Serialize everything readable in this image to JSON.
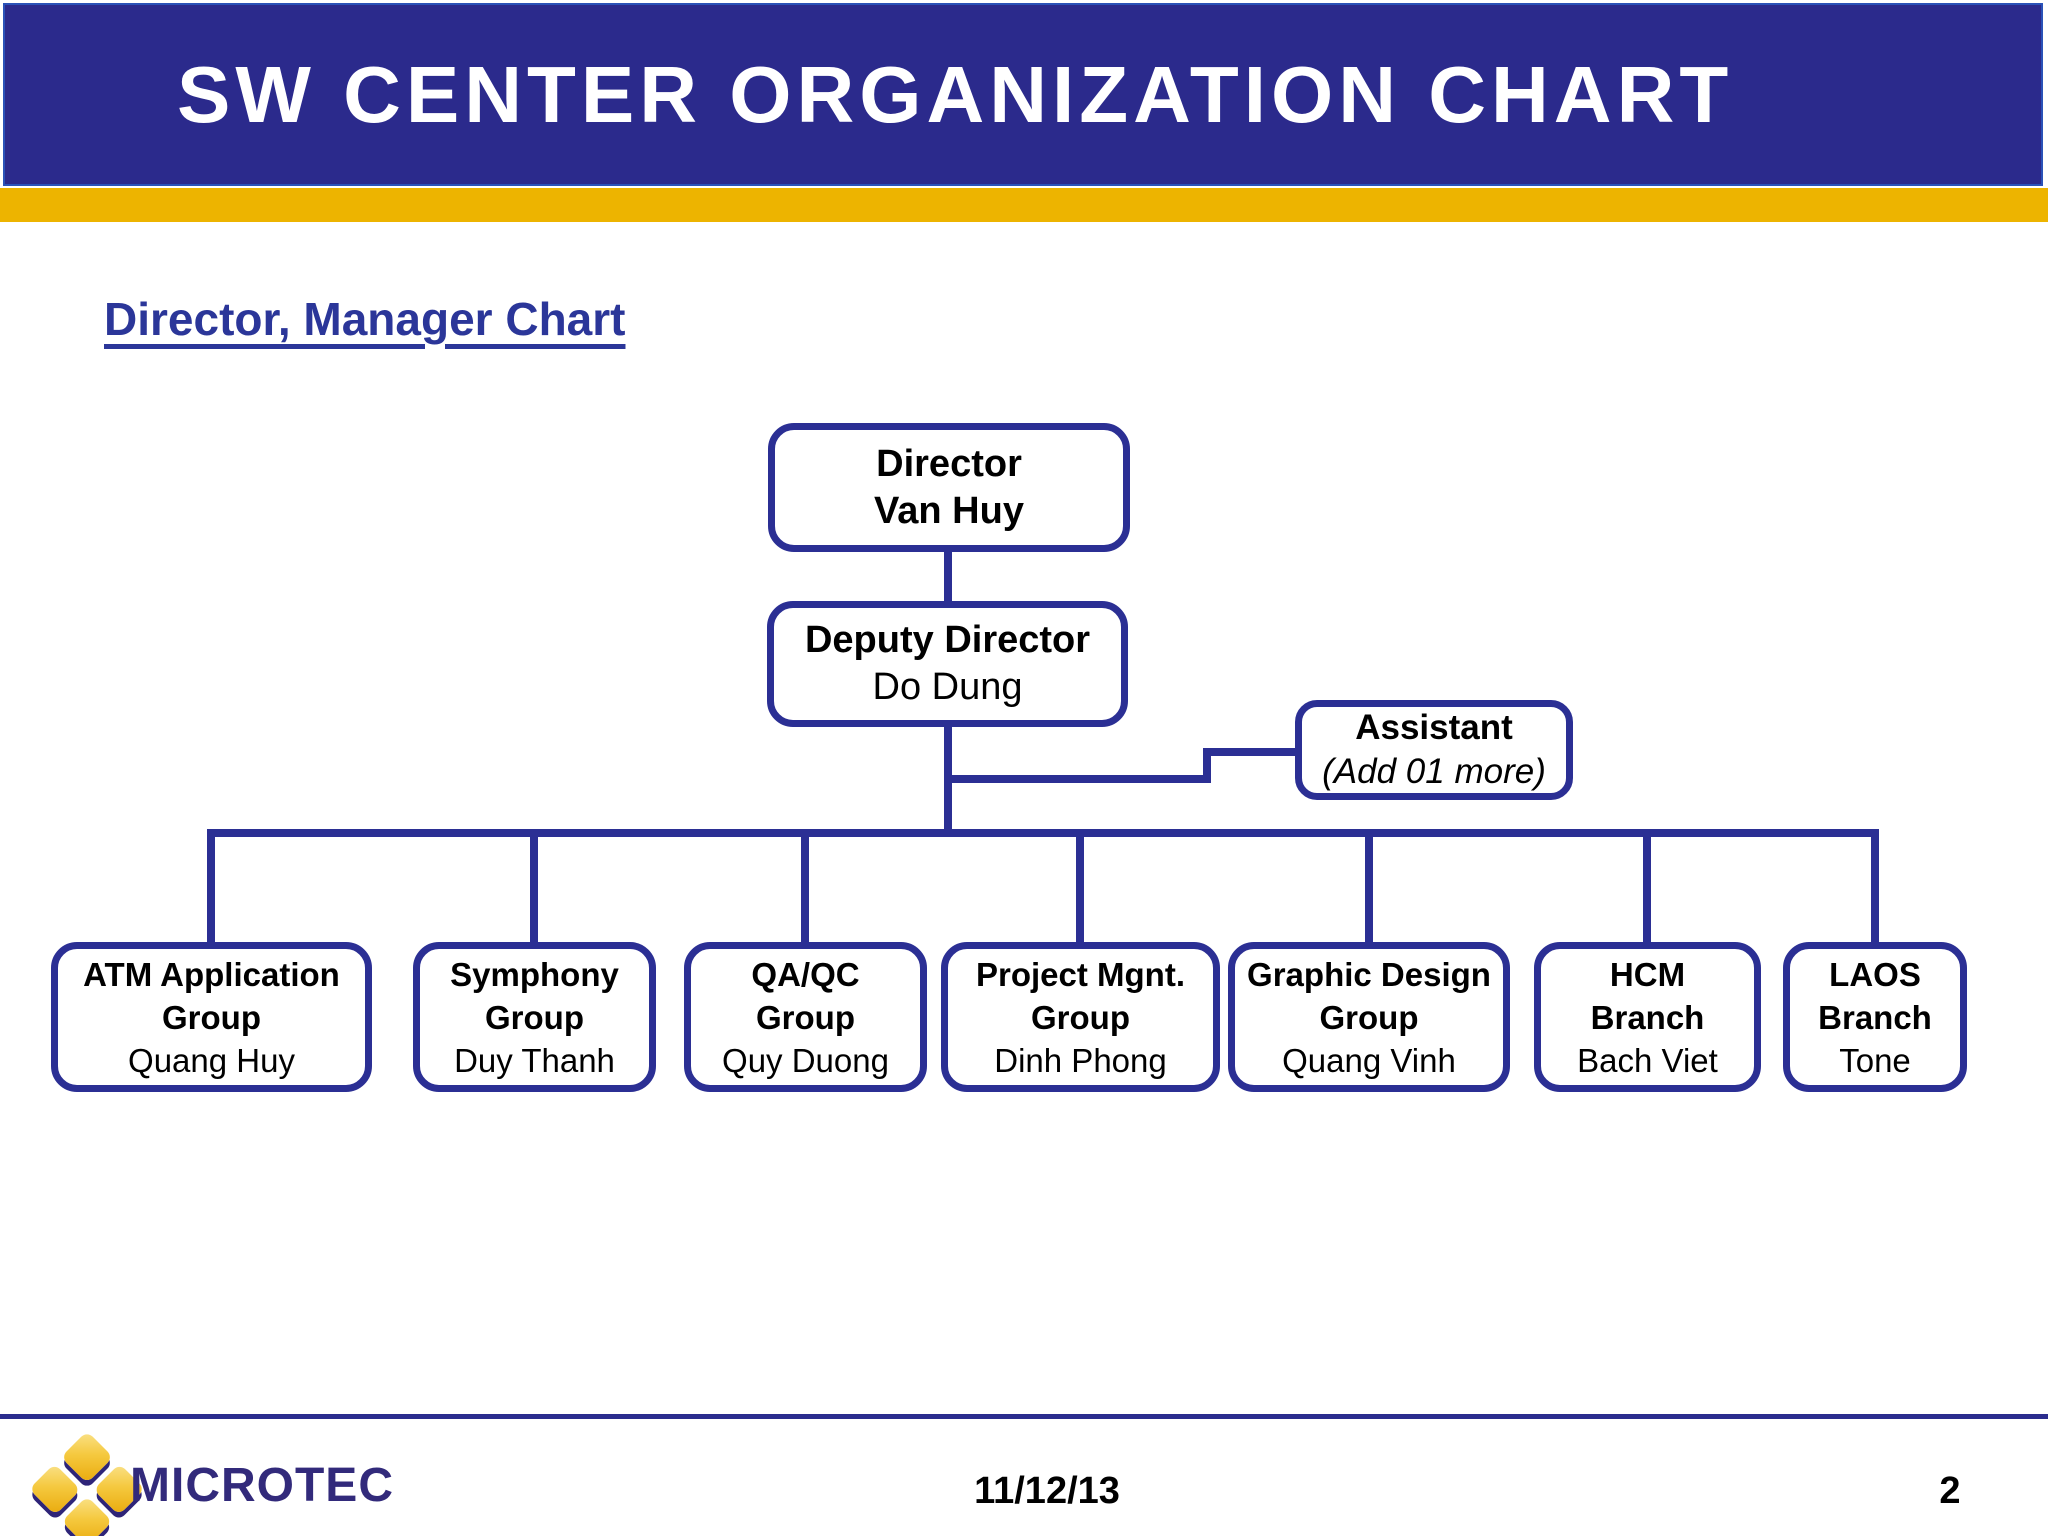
{
  "slide": {
    "title": "SW CENTER ORGANIZATION CHART",
    "subtitle": "Director, Manager Chart"
  },
  "org": {
    "director": {
      "title": "Director",
      "name": "Van Huy"
    },
    "deputy": {
      "title": "Deputy Director",
      "name": "Do Dung"
    },
    "assistant": {
      "title": "Assistant",
      "note": "(Add 01 more)"
    },
    "children": [
      {
        "title": "ATM Application\nGroup",
        "name": "Quang Huy"
      },
      {
        "title": "Symphony\nGroup",
        "name": "Duy Thanh"
      },
      {
        "title": "QA/QC\nGroup",
        "name": "Quy Duong"
      },
      {
        "title": "Project Mgnt.\nGroup",
        "name": "Dinh Phong"
      },
      {
        "title": "Graphic Design\nGroup",
        "name": "Quang Vinh"
      },
      {
        "title": "HCM\nBranch",
        "name": "Bach Viet"
      },
      {
        "title": "LAOS\nBranch",
        "name": "Tone"
      }
    ]
  },
  "footer": {
    "logo_text": "MICROTEC",
    "date": "11/12/13",
    "page_number": "2"
  },
  "colors": {
    "header_bar": "#2B2A8C",
    "accent_band": "#EDB400",
    "heading_text": "#2B3699",
    "box_border": "#2B2F94",
    "connector": "#2B2F94",
    "logo_text": "#322A7B",
    "logo_diamond_gold": "#F5C93F",
    "footer_rule": "#2B2D8E"
  }
}
